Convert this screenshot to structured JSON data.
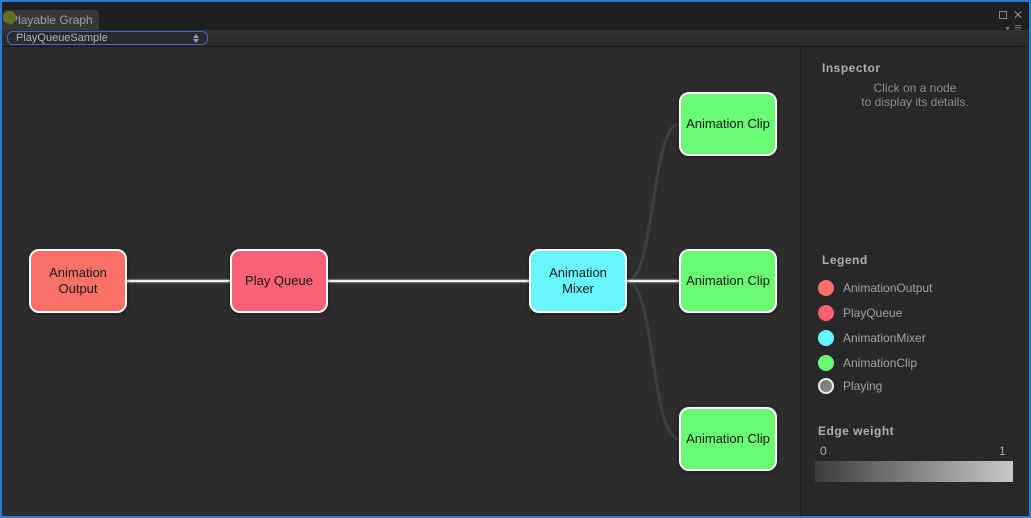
{
  "window": {
    "tab_title": "Playable Graph"
  },
  "icons": {
    "close": "✕",
    "menu_caret": "▾",
    "menu_burger": "≡"
  },
  "toolbar": {
    "graph_selector_value": "PlayQueueSample"
  },
  "inspector": {
    "heading": "Inspector",
    "empty_line1": "Click on a node",
    "empty_line2": "to display its details."
  },
  "legend": {
    "heading": "Legend",
    "items": [
      {
        "label": "AnimationOutput",
        "color": "#FB7168"
      },
      {
        "label": "PlayQueue",
        "color": "#FB6176"
      },
      {
        "label": "AnimationMixer",
        "color": "#69F7FF"
      },
      {
        "label": "AnimationClip",
        "color": "#69FC74"
      },
      {
        "label": "Playing",
        "color": "#808080"
      }
    ]
  },
  "edge_weight": {
    "heading": "Edge weight",
    "min_label": "0",
    "max_label": "1",
    "gradient_start": "#3C3C3C",
    "gradient_end": "#C9C9C9"
  },
  "graph": {
    "nodes": [
      {
        "label": "Animation Output",
        "type": "AnimationOutput",
        "color": "#FB7168"
      },
      {
        "label": "Play Queue",
        "type": "PlayQueue",
        "color": "#FB6176"
      },
      {
        "label": "Animation Mixer",
        "type": "AnimationMixer",
        "color": "#69F7FF"
      },
      {
        "label": "Animation Clip",
        "type": "AnimationClip",
        "color": "#69FC74"
      },
      {
        "label": "Animation Clip",
        "type": "AnimationClip",
        "color": "#69FC74"
      },
      {
        "label": "Animation Clip",
        "type": "AnimationClip",
        "color": "#69FC74"
      }
    ],
    "edges": [
      {
        "from": "AnimationOutput",
        "to": "PlayQueue",
        "weight": 1
      },
      {
        "from": "PlayQueue",
        "to": "AnimationMixer",
        "weight": 1
      },
      {
        "from": "AnimationMixer",
        "to": "AnimationClip (top)",
        "weight": 0
      },
      {
        "from": "AnimationMixer",
        "to": "AnimationClip (middle)",
        "weight": 1
      },
      {
        "from": "AnimationMixer",
        "to": "AnimationClip (bottom)",
        "weight": 0
      }
    ]
  }
}
